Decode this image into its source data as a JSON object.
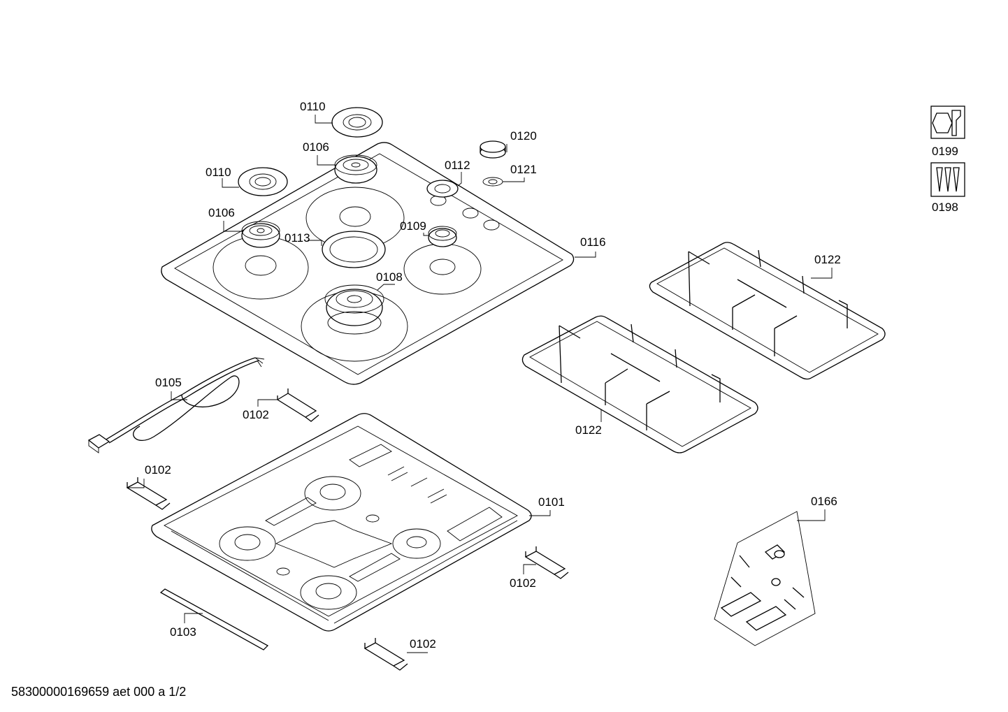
{
  "labels": {
    "p0110a": "0110",
    "p0110b": "0110",
    "p0106a": "0106",
    "p0106b": "0106",
    "p0112": "0112",
    "p0120": "0120",
    "p0121": "0121",
    "p0113": "0113",
    "p0109": "0109",
    "p0116": "0116",
    "p0108": "0108",
    "p0122a": "0122",
    "p0122b": "0122",
    "p0105": "0105",
    "p0102a": "0102",
    "p0102b": "0102",
    "p0102c": "0102",
    "p0102d": "0102",
    "p0101": "0101",
    "p0103": "0103",
    "p0166": "0166",
    "p0199": "0199",
    "p0198": "0198"
  },
  "footer": "58300000169659 aet 000 a 1/2",
  "icons": {
    "tool": "wrench-nut-icon",
    "screws": "screws-icon"
  }
}
